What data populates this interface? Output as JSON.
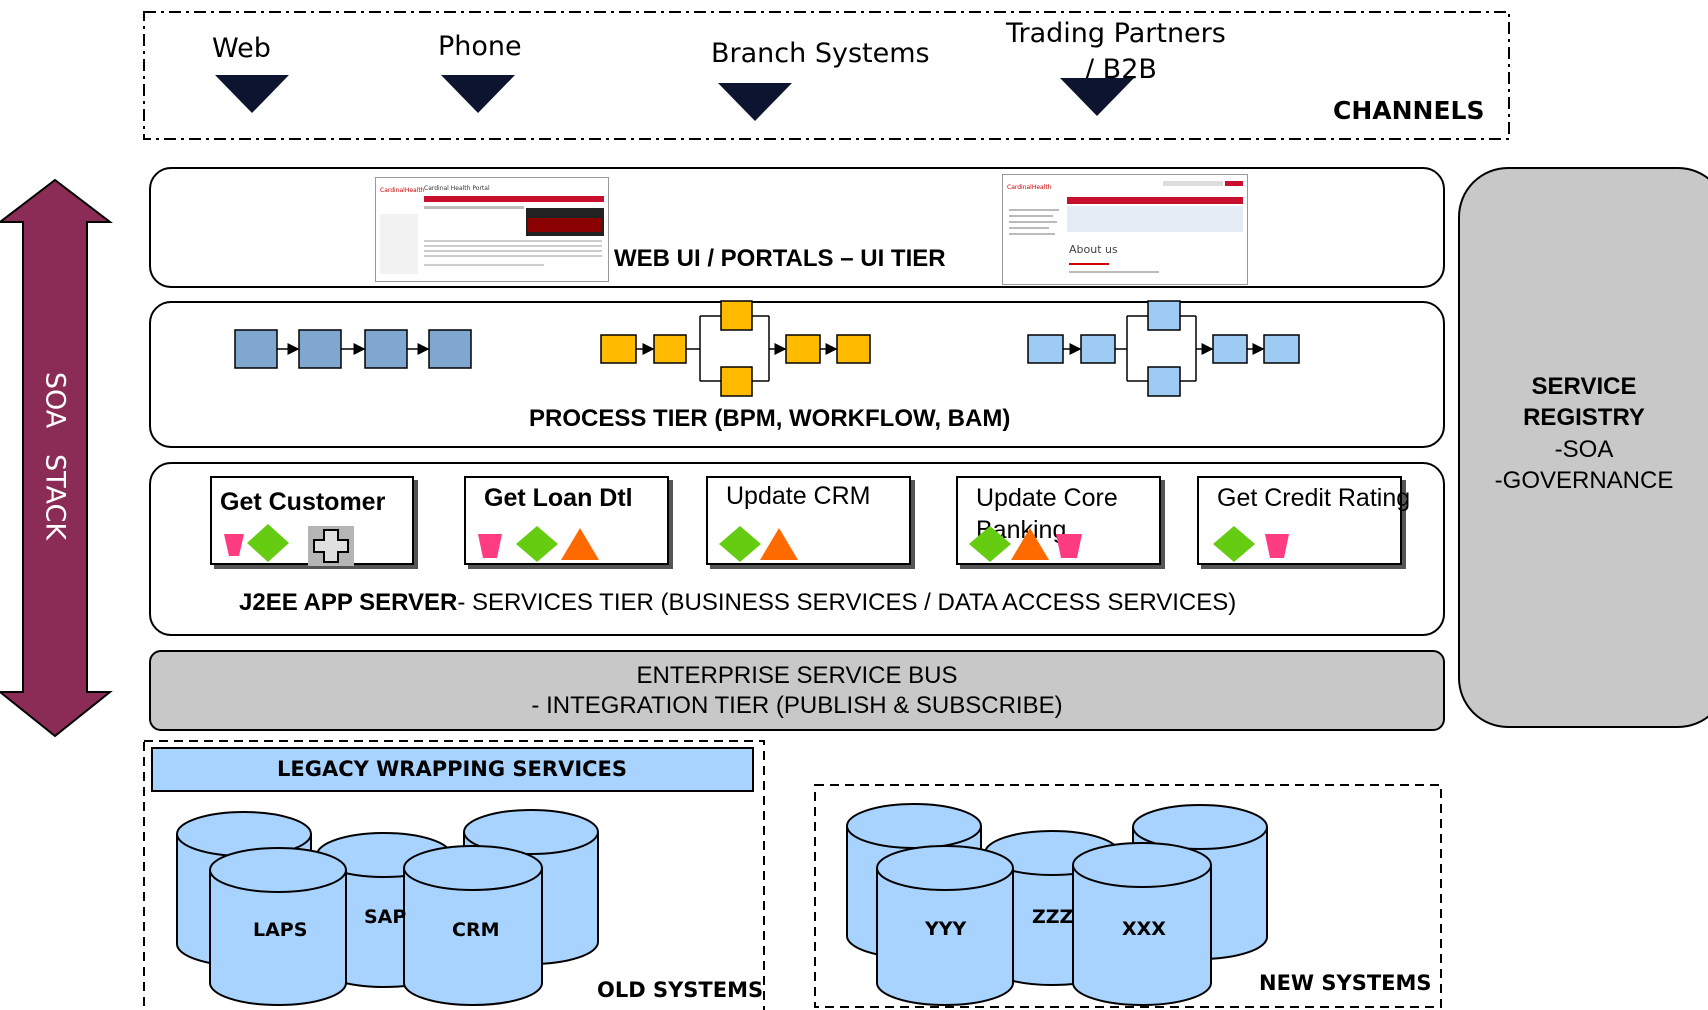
{
  "channels": {
    "title": "CHANNELS",
    "items": [
      {
        "label": "Web"
      },
      {
        "label": "Phone"
      },
      {
        "label": "Branch Systems"
      },
      {
        "label_line1": "Trading Partners",
        "label_line2": "/ B2B"
      }
    ]
  },
  "soa_stack": {
    "label": "SOA   STACK"
  },
  "tiers": {
    "ui": {
      "label": "WEB UI / PORTALS – UI TIER"
    },
    "process": {
      "label": "PROCESS TIER (BPM, WORKFLOW, BAM)"
    },
    "services": {
      "label_bold": "J2EE APP SERVER",
      "label_rest": "- SERVICES TIER (BUSINESS SERVICES / DATA ACCESS SERVICES)",
      "items": [
        {
          "label": "Get Customer"
        },
        {
          "label": "Get Loan Dtl"
        },
        {
          "label": "Update CRM"
        },
        {
          "label": "Update Core Banking"
        },
        {
          "label": "Get Credit Rating"
        }
      ]
    },
    "esb": {
      "line1": "ENTERPRISE SERVICE BUS",
      "line2": "- INTEGRATION TIER (PUBLISH & SUBSCRIBE)"
    }
  },
  "registry": {
    "line1": "SERVICE",
    "line2": "REGISTRY",
    "line3": "-SOA",
    "line4": "-GOVERNANCE"
  },
  "old_systems": {
    "title": "OLD SYSTEMS",
    "legacy_bar": "LEGACY WRAPPING SERVICES",
    "databases": [
      "LAPS",
      "SAP",
      "CRM"
    ]
  },
  "new_systems": {
    "title": "NEW SYSTEMS",
    "databases": [
      "YYY",
      "ZZZ",
      "XXX"
    ]
  },
  "colors": {
    "arrow_maroon": "#8b2c56",
    "channel_arrow": "#0d1430",
    "process_blue": "#7fa7cf",
    "process_orange": "#ffbb00",
    "process_lightblue": "#9dcbf3",
    "cylinder": "#a9d3ff",
    "legacy_bar": "#a9d3ff",
    "esb_gray": "#c8c8c8",
    "registry_gray": "#c8c8c8",
    "pink": "#ff3b82",
    "green": "#66cc11",
    "orange": "#ff6a00"
  }
}
